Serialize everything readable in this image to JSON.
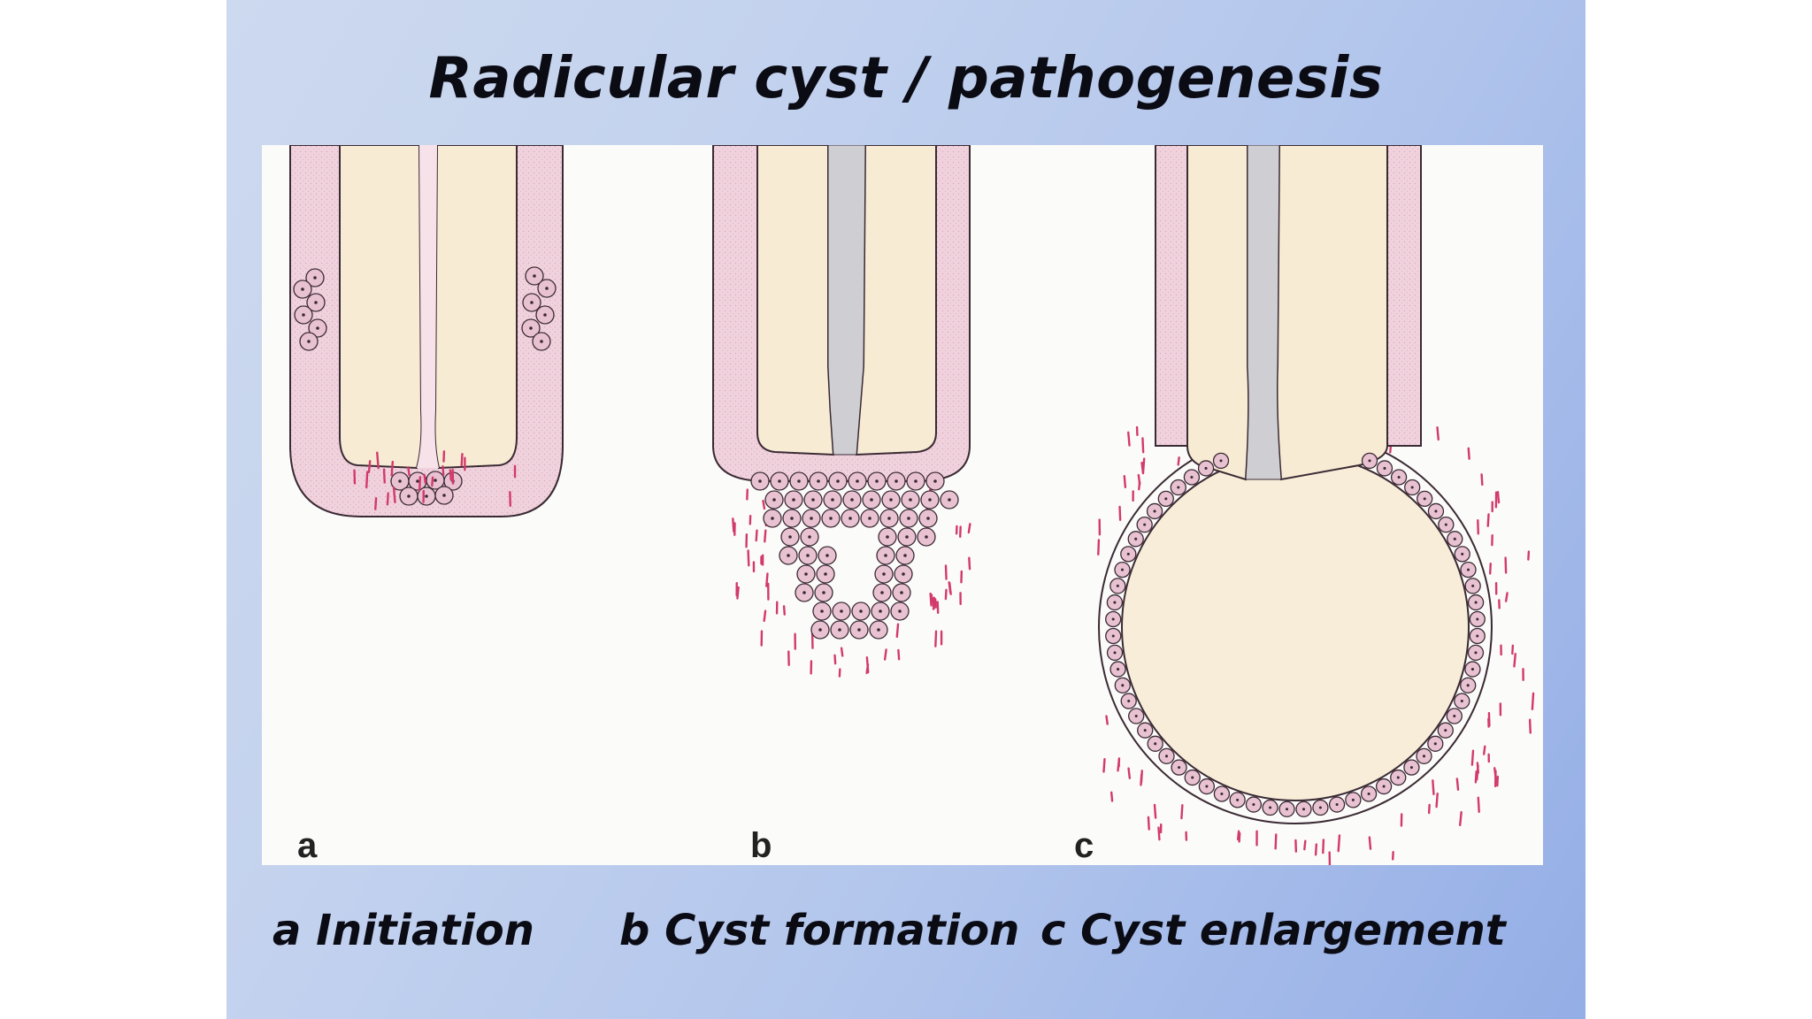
{
  "title": "Radicular cyst / pathogenesis",
  "panels": [
    {
      "letter": "a",
      "caption": "a Initiation"
    },
    {
      "letter": "b",
      "caption": "b Cyst formation"
    },
    {
      "letter": "c",
      "caption": "c Cyst enlargement"
    }
  ],
  "colors": {
    "root_sheath": "#f0d2dd",
    "dentin": "#f7ebd4",
    "pulp_canal_a": "#f6e2e8",
    "pulp_canal_bc": "#cfcfd3",
    "cell": "#e9c2d2",
    "outline": "#3a2a34",
    "inflammatory_marks": "#d23a6a",
    "cyst_lumen": "#f8edd8"
  }
}
